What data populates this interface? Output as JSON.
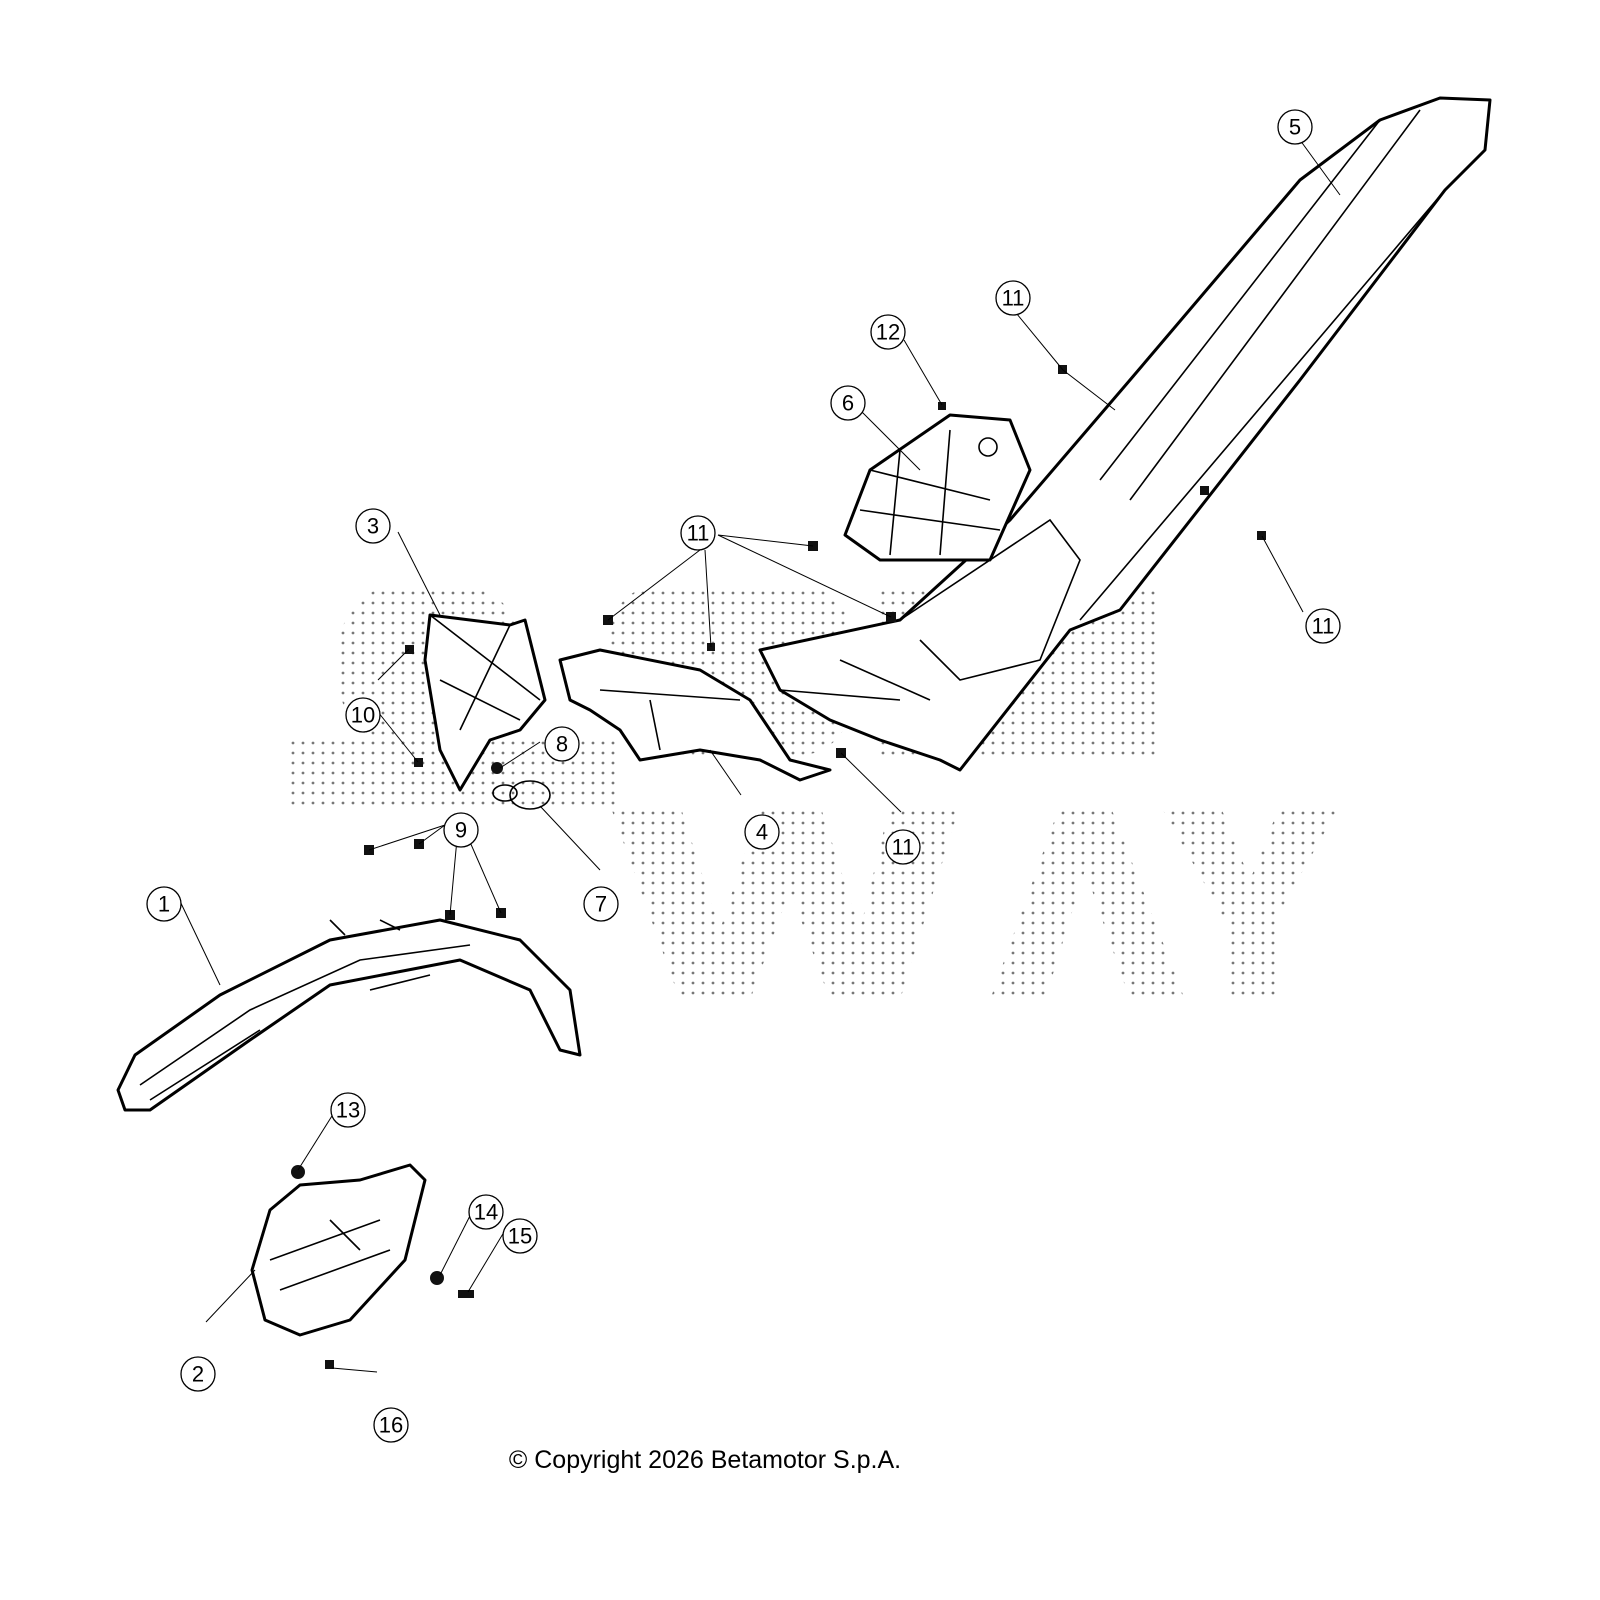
{
  "callouts": [
    {
      "id": "c1",
      "label": "1"
    },
    {
      "id": "c2",
      "label": "2"
    },
    {
      "id": "c3",
      "label": "3"
    },
    {
      "id": "c4",
      "label": "4"
    },
    {
      "id": "c5",
      "label": "5"
    },
    {
      "id": "c6",
      "label": "6"
    },
    {
      "id": "c7",
      "label": "7"
    },
    {
      "id": "c8",
      "label": "8"
    },
    {
      "id": "c9",
      "label": "9"
    },
    {
      "id": "c10",
      "label": "10"
    },
    {
      "id": "c11a",
      "label": "11"
    },
    {
      "id": "c11b",
      "label": "11"
    },
    {
      "id": "c11c",
      "label": "11"
    },
    {
      "id": "c11d",
      "label": "11"
    },
    {
      "id": "c12",
      "label": "12"
    },
    {
      "id": "c13",
      "label": "13"
    },
    {
      "id": "c14",
      "label": "14"
    },
    {
      "id": "c15",
      "label": "15"
    },
    {
      "id": "c16",
      "label": "16"
    }
  ],
  "copyright": "© Copyright 2026 Betamotor S.p.A."
}
